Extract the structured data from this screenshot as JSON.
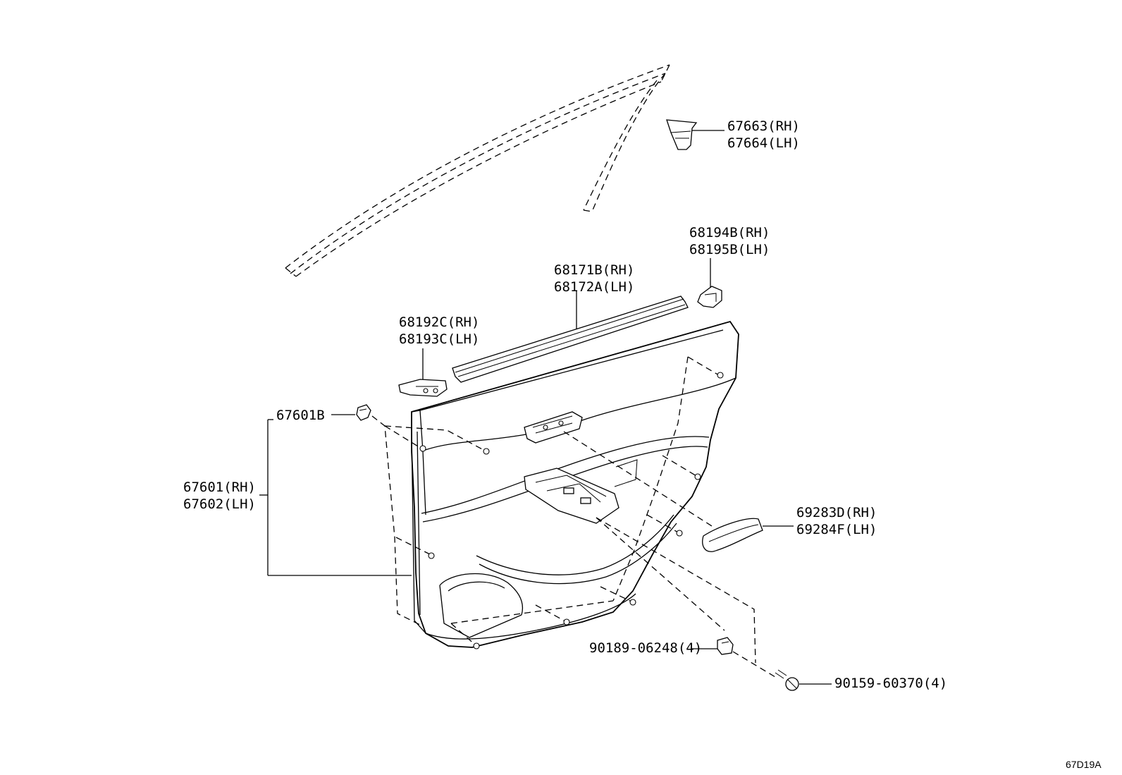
{
  "diagram_code": "67D19A",
  "callouts": {
    "quarter_trim": {
      "rh": "67663(RH)",
      "lh": "67664(LH)"
    },
    "rear_corner_piece": {
      "rh": "68194B(RH)",
      "lh": "68195B(LH)"
    },
    "belt_moulding": {
      "rh": "68171B(RH)",
      "lh": "68172A(LH)"
    },
    "front_corner_piece": {
      "rh": "68192C(RH)",
      "lh": "68193C(LH)"
    },
    "clip": {
      "label": "67601B"
    },
    "door_trim_board": {
      "rh": "67601(RH)",
      "lh": "67602(LH)"
    },
    "pull_handle": {
      "rh": "69283D(RH)",
      "lh": "69284F(LH)"
    },
    "nut": {
      "label": "90189-06248(4)"
    },
    "screw": {
      "label": "90159-60370(4)"
    }
  }
}
